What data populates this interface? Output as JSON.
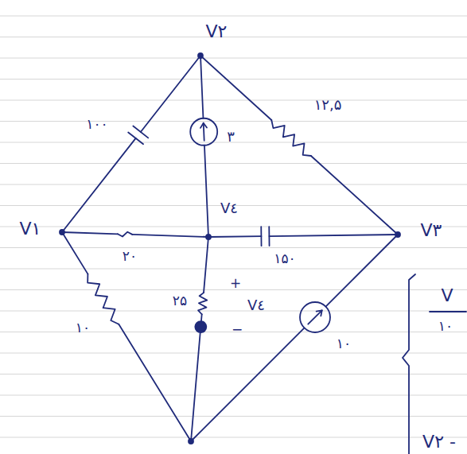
{
  "diagram": {
    "labels": [
      "V۲",
      "۱۰۰",
      "۳",
      "۱۲,۵",
      "V٤",
      "V۱",
      "۲۰",
      "۱۵۰",
      "V۳",
      "۱۰",
      "۲۵",
      "+",
      "V٤",
      "−",
      "۱۰",
      "V",
      "۱۰",
      "V۲ -"
    ]
  }
}
